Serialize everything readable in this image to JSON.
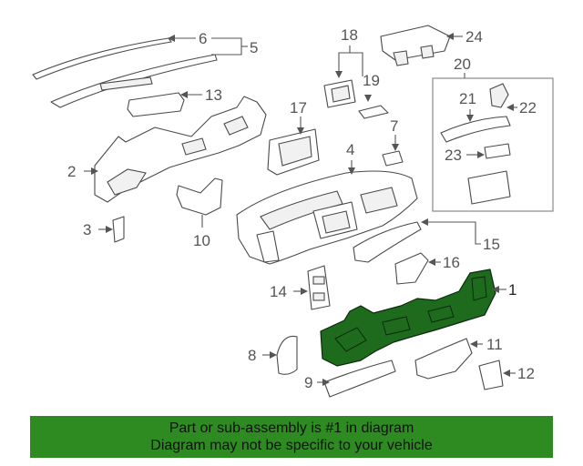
{
  "diagram": {
    "callouts": {
      "c1": "1",
      "c2": "2",
      "c3": "3",
      "c4": "4",
      "c5": "5",
      "c6": "6",
      "c7": "7",
      "c8": "8",
      "c9": "9",
      "c10": "10",
      "c11": "11",
      "c12": "12",
      "c13": "13",
      "c14": "14",
      "c15": "15",
      "c16": "16",
      "c17": "17",
      "c18": "18",
      "c19": "19",
      "c20": "20",
      "c21": "21",
      "c22": "22",
      "c23": "23",
      "c24": "24"
    },
    "highlighted_part": "1",
    "colors": {
      "highlight_fill": "#1e6b1e",
      "banner_background": "#2e8b22",
      "line_color": "#555555"
    }
  },
  "footer": {
    "line1": "Part or sub-assembly is #1 in diagram",
    "line2": "Diagram may not be specific to your vehicle"
  }
}
